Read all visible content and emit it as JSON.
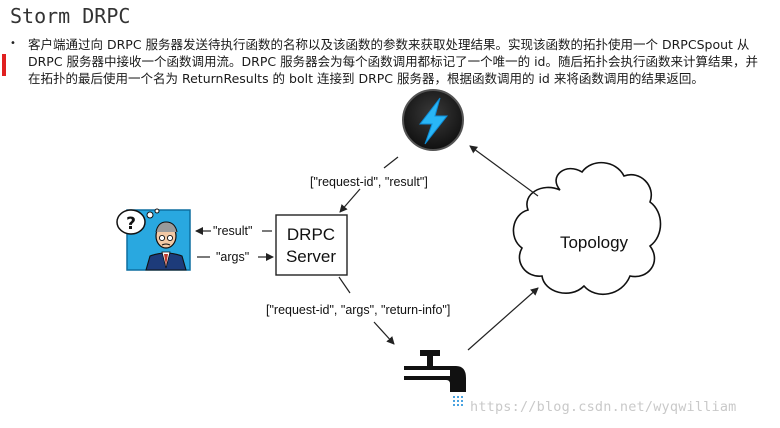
{
  "header": {
    "title": "Storm DRPC",
    "bullet": "•",
    "paragraph": "客户端通过向 DRPC 服务器发送待执行函数的名称以及该函数的参数来获取处理结果。实现该函数的拓扑使用一个 DRPCSpout 从 DRPC 服务器中接收一个函数调用流。DRPC 服务器会为每个函数调用都标记了一个唯一的 id。随后拓扑会执行函数来计算结果，并在拓扑的最后使用一个名为 ReturnResults 的 bolt 连接到 DRPC 服务器，根据函数调用的 id 来将函数调用的结果返回。"
  },
  "diagram": {
    "server_line1": "DRPC",
    "server_line2": "Server",
    "topology": "Topology",
    "client_question": "?",
    "edge_result_to_server": "[\"request-id\", \"result\"]",
    "edge_result_to_client": "\"result\"",
    "edge_args_from_client": "\"args\"",
    "edge_server_to_spout": "[\"request-id\", \"args\", \"return-info\"]"
  },
  "watermark": "https://blog.csdn.net/wyqwilliam"
}
